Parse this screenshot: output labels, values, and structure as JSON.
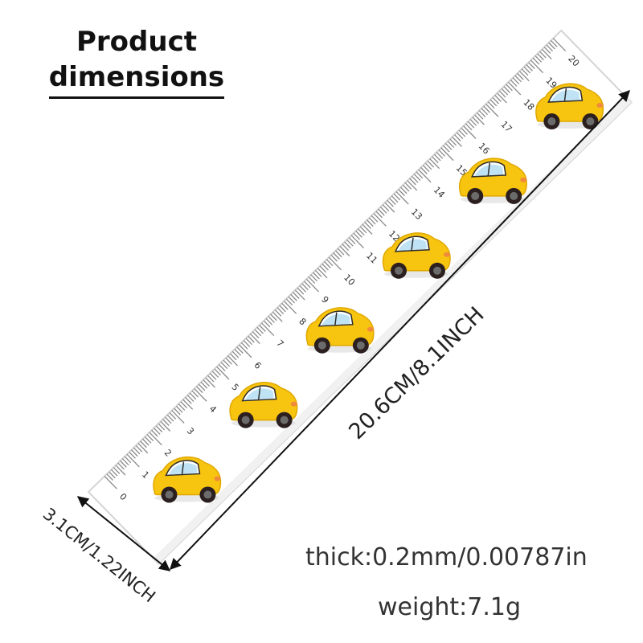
{
  "header": {
    "title_line1": "Product",
    "title_line2": "dimensions"
  },
  "ruler": {
    "tick_labels": [
      "0",
      "1",
      "2",
      "3",
      "4",
      "5",
      "6",
      "7",
      "8",
      "9",
      "10",
      "11",
      "12",
      "13",
      "14",
      "15",
      "16",
      "17",
      "18",
      "19",
      "20"
    ],
    "car_count": 6,
    "car_color": "#f7c40f",
    "car_shadow_color": "#e0a800",
    "window_color": "#bfe3f5"
  },
  "dimensions": {
    "length_label": "20.6CM/8.1INCH",
    "width_label": "3.1CM/1.22INCH"
  },
  "specs": {
    "thickness": "thick:0.2mm/0.00787in",
    "weight": "weight:7.1g"
  }
}
